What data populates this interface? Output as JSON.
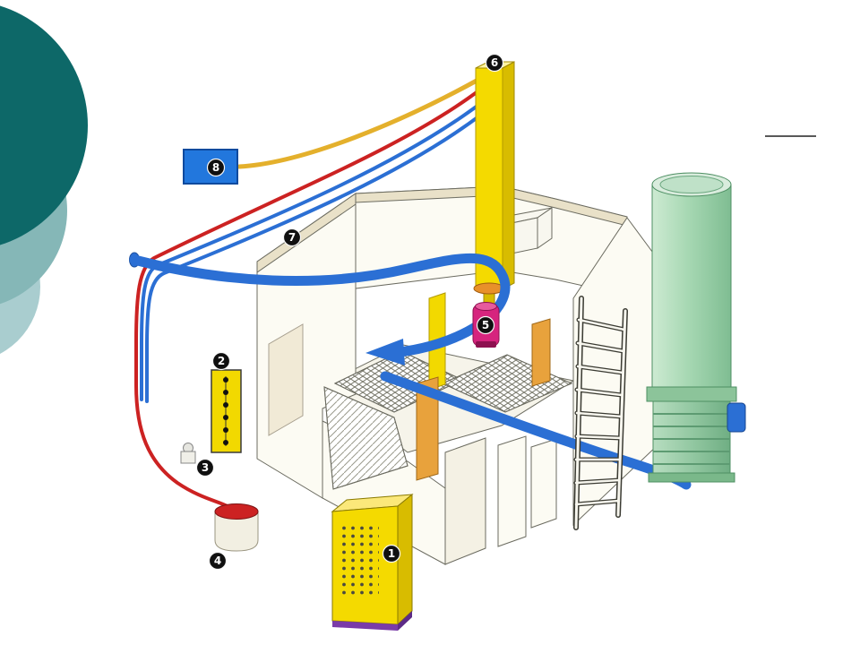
{
  "slide": {
    "background_color": "#ffffff",
    "decor": {
      "dark_circle_color": "#0d6868",
      "mid_circle_color": "#85b7b7",
      "light_circle_color": "#a9cdcf"
    }
  },
  "diagram": {
    "callouts": [
      {
        "number": "1",
        "part": "control-cabinet"
      },
      {
        "number": "2",
        "part": "distribution-panel"
      },
      {
        "number": "3",
        "part": "valve-unit"
      },
      {
        "number": "4",
        "part": "supply-pot"
      },
      {
        "number": "5",
        "part": "pump"
      },
      {
        "number": "6",
        "part": "reciprocator-column"
      },
      {
        "number": "7",
        "part": "supply-lines"
      },
      {
        "number": "8",
        "part": "power-box"
      }
    ],
    "colors": {
      "booth_wall": "#fcfbf3",
      "booth_trim": "#e9e1c8",
      "column_yellow": "#f4da00",
      "cabinet_yellow": "#f4da00",
      "panel_yellow": "#f2d900",
      "pipe_blue": "#2b6fd4",
      "cable_blue": "#2b6fd4",
      "cable_red": "#cc2222",
      "cable_yellow": "#e4b02c",
      "pump_magenta": "#d6247e",
      "panel_orange": "#e8a23c",
      "box_blue": "#2277dd",
      "cyclone_green": "#a7d8b3",
      "cyclone_green_dark": "#8cc49a",
      "base_purple": "#7a3ca8"
    }
  }
}
